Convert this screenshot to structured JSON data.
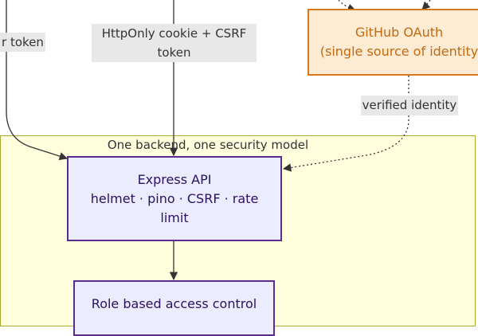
{
  "cluster": {
    "title": "One backend, one security model"
  },
  "edges": {
    "left_label": "r token",
    "middle_label_line1": "HttpOnly cookie + CSRF",
    "middle_label_line2": "token",
    "oauth_label": "verified identity"
  },
  "nodes": {
    "oauth": {
      "line1": "GitHub OAuth",
      "line2": "(single source of identity"
    },
    "express": {
      "line1": "Express API",
      "line2": "helmet · pino · CSRF · rate",
      "line3": "limit"
    },
    "rbac": {
      "line1": "Role based access control"
    }
  },
  "colors": {
    "cluster_fill": "#ffffde",
    "cluster_border": "#aaaa33",
    "node_fill": "#ececff",
    "node_border": "#5a2d8c",
    "oauth_fill": "#fdebd3",
    "oauth_border": "#d57a1c"
  }
}
